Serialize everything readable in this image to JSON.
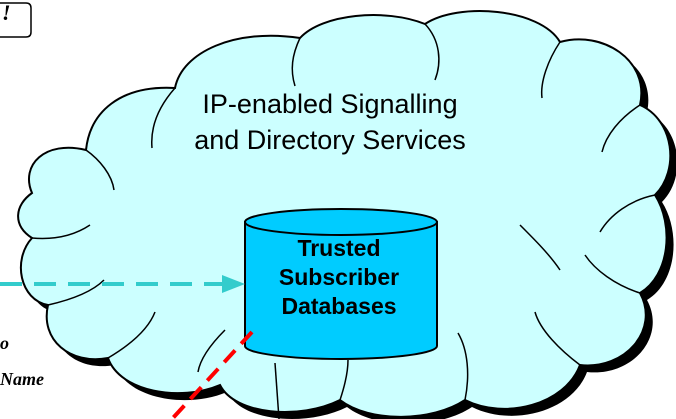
{
  "cloud": {
    "title_line1": "IP-enabled Signalling",
    "title_line2": "and Directory Services",
    "fill": "#ccffff"
  },
  "database": {
    "line1": "Trusted",
    "line2": "Subscriber",
    "line3": "Databases",
    "fill": "#00ccff"
  },
  "fragments": {
    "top_left": "!",
    "left_mid": "o",
    "left_bottom": "Name"
  },
  "arrows": {
    "dashed_teal": "#33cccc",
    "dashed_red": "#ff0000"
  }
}
